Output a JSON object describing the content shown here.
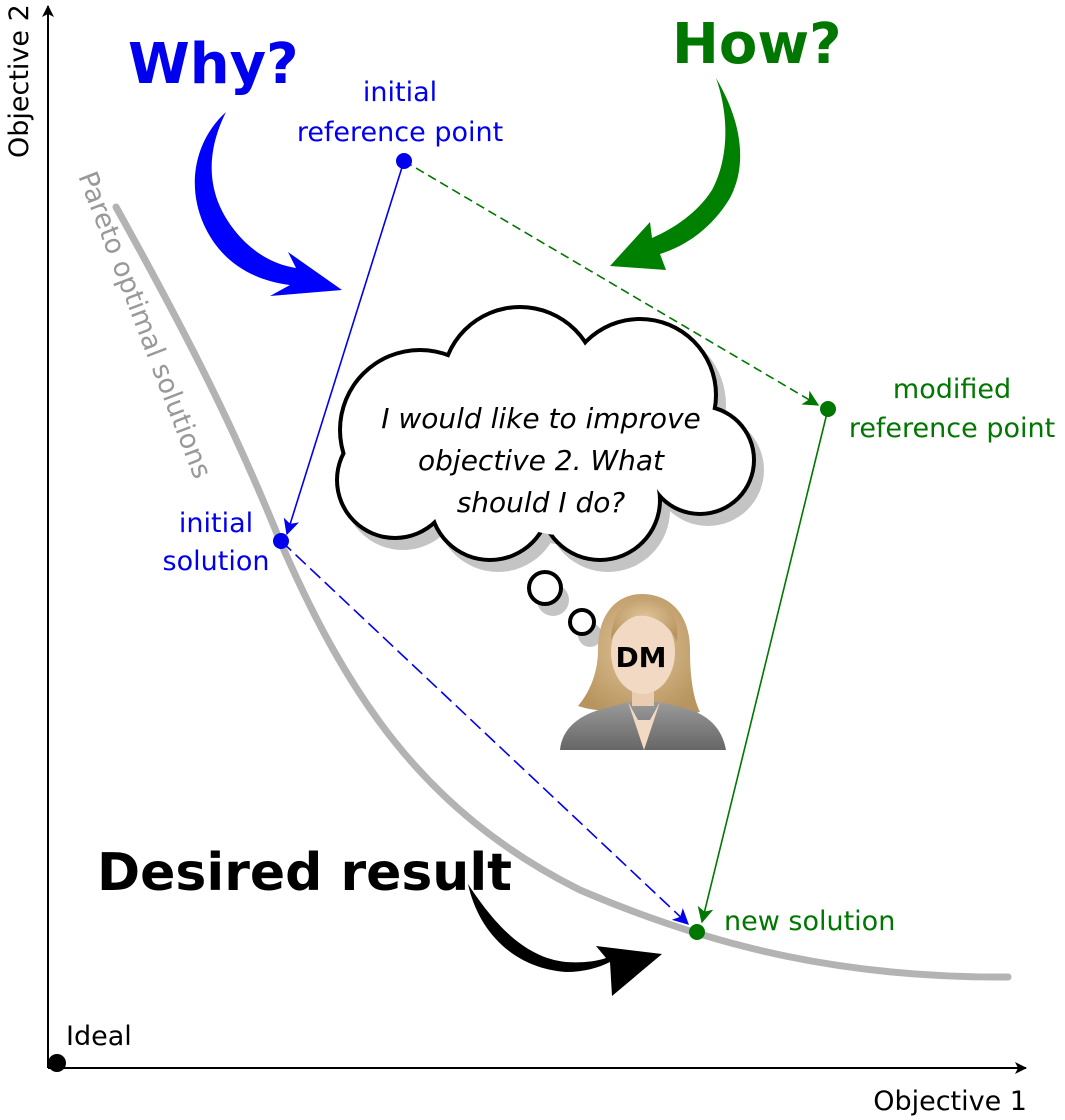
{
  "axes": {
    "x_label": "Objective 1",
    "y_label": "Objective 2",
    "origin_label": "Ideal"
  },
  "questions": {
    "why": "Why?",
    "how": "How?"
  },
  "curve": {
    "label": "Pareto optimal solutions",
    "color": "#b3b3b3"
  },
  "points": {
    "initial_reference": {
      "lines": [
        "initial",
        "reference point"
      ],
      "color": "#0000ee"
    },
    "initial_solution": {
      "lines": [
        "initial",
        "solution"
      ],
      "color": "#0000ee"
    },
    "modified_reference": {
      "lines": [
        "modified",
        "reference point"
      ],
      "color": "#007700"
    },
    "new_solution": {
      "label": "new solution",
      "color": "#007700"
    }
  },
  "thought": {
    "lines": [
      "I would like to improve",
      "objective 2. What",
      "should I do?"
    ]
  },
  "person": {
    "label": "DM",
    "icon": "decision-maker-avatar-icon"
  },
  "desired_result": "Desired result",
  "colors": {
    "blue": "#0000ee",
    "green": "#007700",
    "gray": "#b3b3b3",
    "black": "#000000"
  }
}
